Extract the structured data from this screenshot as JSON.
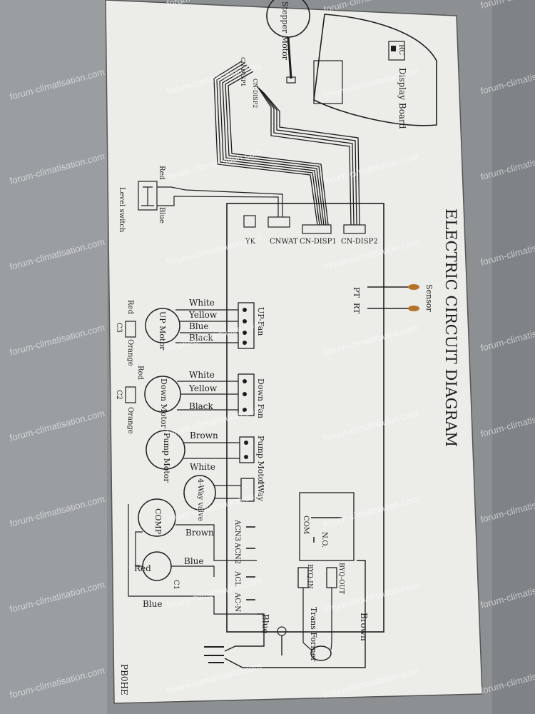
{
  "title": "ELECTRIC CIRCUIT DIAGRAM",
  "model_code": "PB0HE",
  "watermark": "forum-climatisation.com",
  "colors": {
    "metal": "#8f9396",
    "label": "#ecece8",
    "ink": "#1e1e1e"
  },
  "display": {
    "stepper_motor": "Stepper Motor",
    "board": "Display Board",
    "rc": "RC",
    "disp1": "CN-DISP1",
    "disp2": "CN-DISP2"
  },
  "board_connectors": {
    "yk": "YK",
    "cnwat": "CNWAT",
    "cn_disp1": "CN-DISP1",
    "cn_disp2": "CN-DISP2"
  },
  "level_switch": {
    "label": "Level switch",
    "red": "Red",
    "blue": "Blue"
  },
  "sensor": {
    "label": "Sensor",
    "pt": "PT",
    "rt": "RT"
  },
  "up_fan": {
    "connector": "UP-Fan",
    "motor": "UP Motor",
    "capacitor": "C3",
    "wires": [
      "White",
      "Yellow",
      "Blue",
      "Black"
    ],
    "cap_red": "Red",
    "cap_orange": "Orange"
  },
  "down_fan": {
    "connector": "Down Fan",
    "motor": "Down Motor",
    "capacitor": "C2",
    "wires": [
      "White",
      "Yellow",
      "Black"
    ],
    "cap_red": "Red",
    "cap_orange": "Orange"
  },
  "pump": {
    "connector": "Pump Motor",
    "motor": "Pump Motor",
    "wires": [
      "Brown",
      "White"
    ]
  },
  "four_way": {
    "connector": "4Way",
    "device": "4-Way valve"
  },
  "compressor": {
    "label": "COMP",
    "capacitor": "C1",
    "wires": [
      "Brown",
      "Blue",
      "Red",
      "Blue"
    ]
  },
  "relay": {
    "com": "COM",
    "no": "N.O."
  },
  "terminals": {
    "acn3": "ACN3",
    "acn2": "ACN2",
    "acl": "ACL",
    "ac_n": "AC-N"
  },
  "transformer": {
    "label": "Trans Former",
    "in": "BYQ-IN",
    "out": "BYQ-OUT"
  },
  "power_wires": {
    "blue": "Blue",
    "brown": "Brown"
  }
}
